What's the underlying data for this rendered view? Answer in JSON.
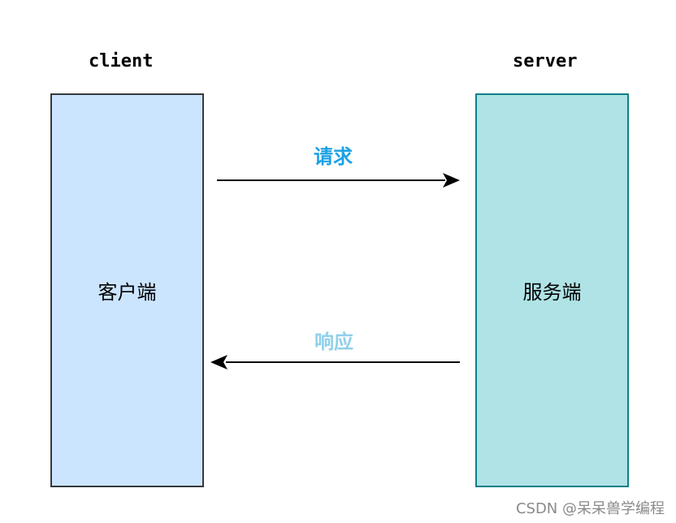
{
  "client": {
    "title": "client",
    "label": "客户端",
    "fill_color": "#cce5ff",
    "stroke_color": "#36393d"
  },
  "server": {
    "title": "server",
    "label": "服务端",
    "fill_color": "#b0e3e6",
    "stroke_color": "#0e8088"
  },
  "request": {
    "label": "请求",
    "color": "#1ba1e2"
  },
  "response": {
    "label": "响应",
    "color": "#8fd0ea"
  },
  "watermark": {
    "text": "CSDN @呆呆兽学编程"
  }
}
